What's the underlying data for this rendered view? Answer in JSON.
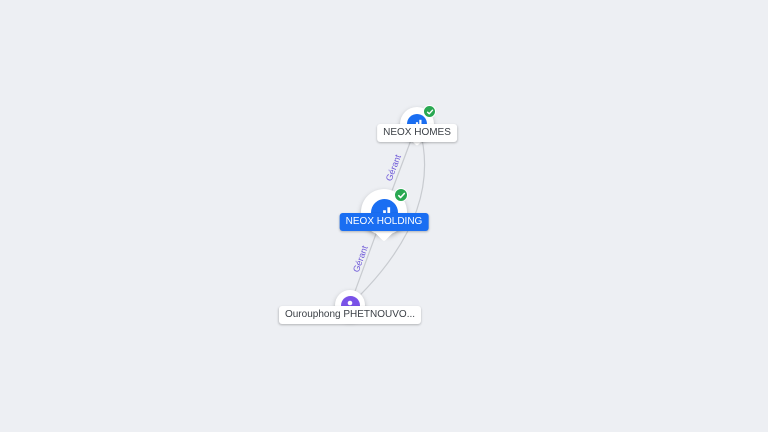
{
  "canvas": {
    "background": "#edeff3"
  },
  "graph": {
    "nodes": [
      {
        "id": "neox-homes",
        "label": "NEOX HOMES",
        "type": "company",
        "verified": true,
        "selected": false
      },
      {
        "id": "neox-holding",
        "label": "NEOX HOLDING",
        "type": "company",
        "verified": true,
        "selected": true
      },
      {
        "id": "person",
        "label": "Ourouphong PHETNOUVO...",
        "type": "person",
        "verified": false,
        "selected": false
      }
    ],
    "edges": [
      {
        "from": "NEOX HOMES",
        "to": "NEOX HOLDING",
        "label": "Gérant"
      },
      {
        "from": "NEOX HOLDING",
        "to": "Ourouphong PHETNOUVO...",
        "label": "Gérant"
      },
      {
        "from": "Ourouphong PHETNOUVO...",
        "to": "NEOX HOMES",
        "label": ""
      }
    ],
    "colors": {
      "company": "#1a6ef2",
      "person": "#7a52e8",
      "verified_badge": "#2aa852",
      "selected_label_bg": "#1a6ef2",
      "edge": "#c8cbd0",
      "edge_label": "#6e58d8"
    }
  }
}
